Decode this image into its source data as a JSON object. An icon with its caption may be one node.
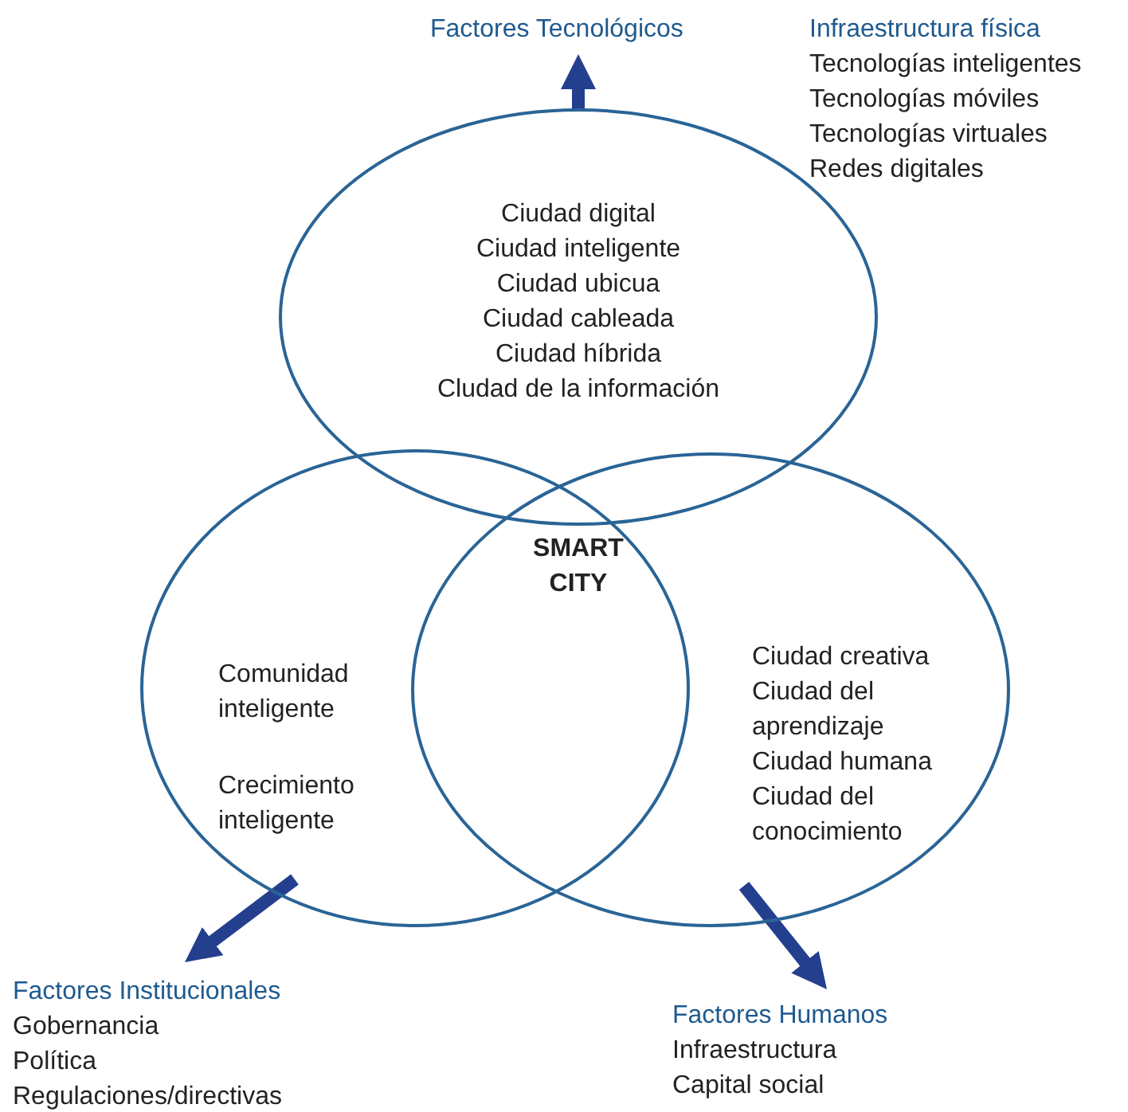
{
  "diagram": {
    "nodes": [
      {
        "text": [
          "Ciudad digital",
          "Ciudad inteligente",
          "Ciudad ubicua",
          "Ciudad cableada",
          "Ciudad híbrida",
          "Cludad de la información"
        ]
      },
      {
        "text": [
          "Comunidad inteligente",
          "Crecimiento inteligente"
        ]
      },
      {
        "text": [
          "Ciudad creativa",
          "Ciudad del aprendizaje",
          "Ciudad humana",
          "Ciudad del conocimiento"
        ]
      },
      {
        "text": [
          "SMART CITY"
        ]
      },
      {
        "text": [
          "Factores Tecnológicos"
        ]
      },
      {
        "text": [
          "Factores Institucionales"
        ],
        "beside": [
          "Gobernancia",
          "Política",
          "Regulaciones/directivas"
        ]
      },
      {
        "text": [
          "Factores Humanos"
        ],
        "beside": [
          "Infraestructura",
          "Capital social"
        ]
      }
    ],
    "edges": [
      {
        "from": 0,
        "to": 4,
        "arrow": "to"
      },
      {
        "from": 1,
        "to": 5,
        "arrow": "to"
      },
      {
        "from": 2,
        "to": 6,
        "arrow": "to"
      }
    ],
    "labels": [
      "Infraestructura física",
      "Tecnologías inteligentes",
      "Tecnologías móviles",
      "Tecnologías virtuales",
      "Redes digitales"
    ]
  }
}
